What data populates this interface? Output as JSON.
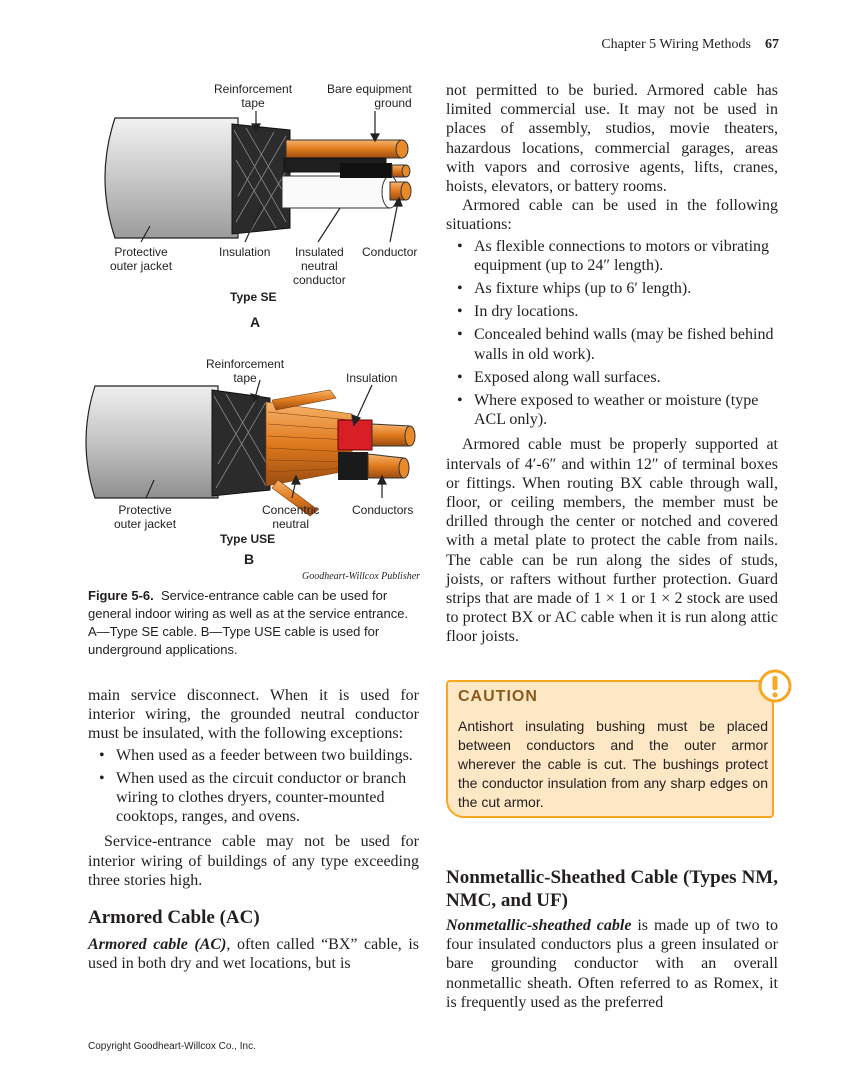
{
  "header": {
    "chapter": "Chapter 5 Wiring Methods",
    "page_number": "67"
  },
  "figure": {
    "a": {
      "reinforcement_tape": [
        "Reinforcement",
        "tape"
      ],
      "bare_ground": [
        "Bare equipment",
        "ground"
      ],
      "protective_jacket": [
        "Protective",
        "outer jacket"
      ],
      "insulation": "Insulation",
      "insulated_neutral": [
        "Insulated",
        "neutral",
        "conductor"
      ],
      "conductor": "Conductor",
      "type": "Type SE",
      "letter": "A"
    },
    "b": {
      "reinforcement_tape": [
        "Reinforcement",
        "tape"
      ],
      "insulation": "Insulation",
      "protective_jacket": [
        "Protective",
        "outer jacket"
      ],
      "concentric_neutral": [
        "Concentric",
        "neutral"
      ],
      "conductors": "Conductors",
      "type": "Type USE",
      "letter": "B"
    },
    "credit": "Goodheart-Willcox Publisher",
    "caption_label": "Figure 5-6.",
    "caption_text": "Service-entrance cable can be used for general indoor wiring as well as at the service entrance. A—Type SE cable. B—Type USE cable is used for underground applications."
  },
  "left_col": {
    "para1": "main service disconnect. When it is used for interior wiring, the grounded neutral conductor must be insulated, with the following exceptions:",
    "bullets": [
      "When used as a feeder between two buildings.",
      "When used as the circuit conductor or branch wiring to clothes dryers, counter-mounted cooktops, ranges, and ovens."
    ],
    "para2": "Service-entrance cable may not be used for interior wiring of buildings of any type exceeding three stories high.",
    "heading": "Armored Cable (AC)",
    "para3_term": "Armored cable (AC)",
    "para3_text": ", often called “BX” cable, is used in both dry and wet locations, but is"
  },
  "right_col": {
    "para1": "not permitted to be buried. Armored cable has limited commercial use. It may not be used in places of assembly, studios, movie theaters, hazardous locations, commercial garages, areas with vapors and corrosive agents, lifts, cranes, hoists, elevators, or battery rooms.",
    "para2": "Armored cable can be used in the following situations:",
    "bullets": [
      "As flexible connections to motors or vibrating equipment (up to 24″ length).",
      "As fixture whips (up to 6′ length).",
      "In dry locations.",
      "Concealed behind walls (may be fished behind walls in old work).",
      "Exposed along wall surfaces.",
      "Where exposed to weather or moisture (type ACL only)."
    ],
    "para3": "Armored cable must be properly supported at intervals of 4′-6″ and within 12″ of terminal boxes or fittings. When routing BX cable through wall, floor, or ceiling members, the member must be drilled through the center or notched and covered with a metal plate to protect the cable from nails. The cable can be run along the sides of studs, joists, or rafters without further protection. Guard strips that are made of 1 × 1 or 1 × 2 stock are used to protect BX or AC cable when it is run along attic floor joists.",
    "caution_title": "CAUTION",
    "caution_text": "Antishort insulating bushing must be placed between conductors and the outer armor wherever the cable is cut. The bushings protect the conductor insulation from any sharp edges on the cut armor.",
    "heading": "Nonmetallic-Sheathed Cable (Types NM, NMC, and UF)",
    "para4_term": "Nonmetallic-sheathed cable",
    "para4_text": " is made up of two to four insulated conductors plus a green insulated or bare grounding conductor with an overall nonmetallic sheath. Often referred to as Romex, it is frequently used as the preferred"
  },
  "footer": "Copyright Goodheart-Willcox Co., Inc."
}
